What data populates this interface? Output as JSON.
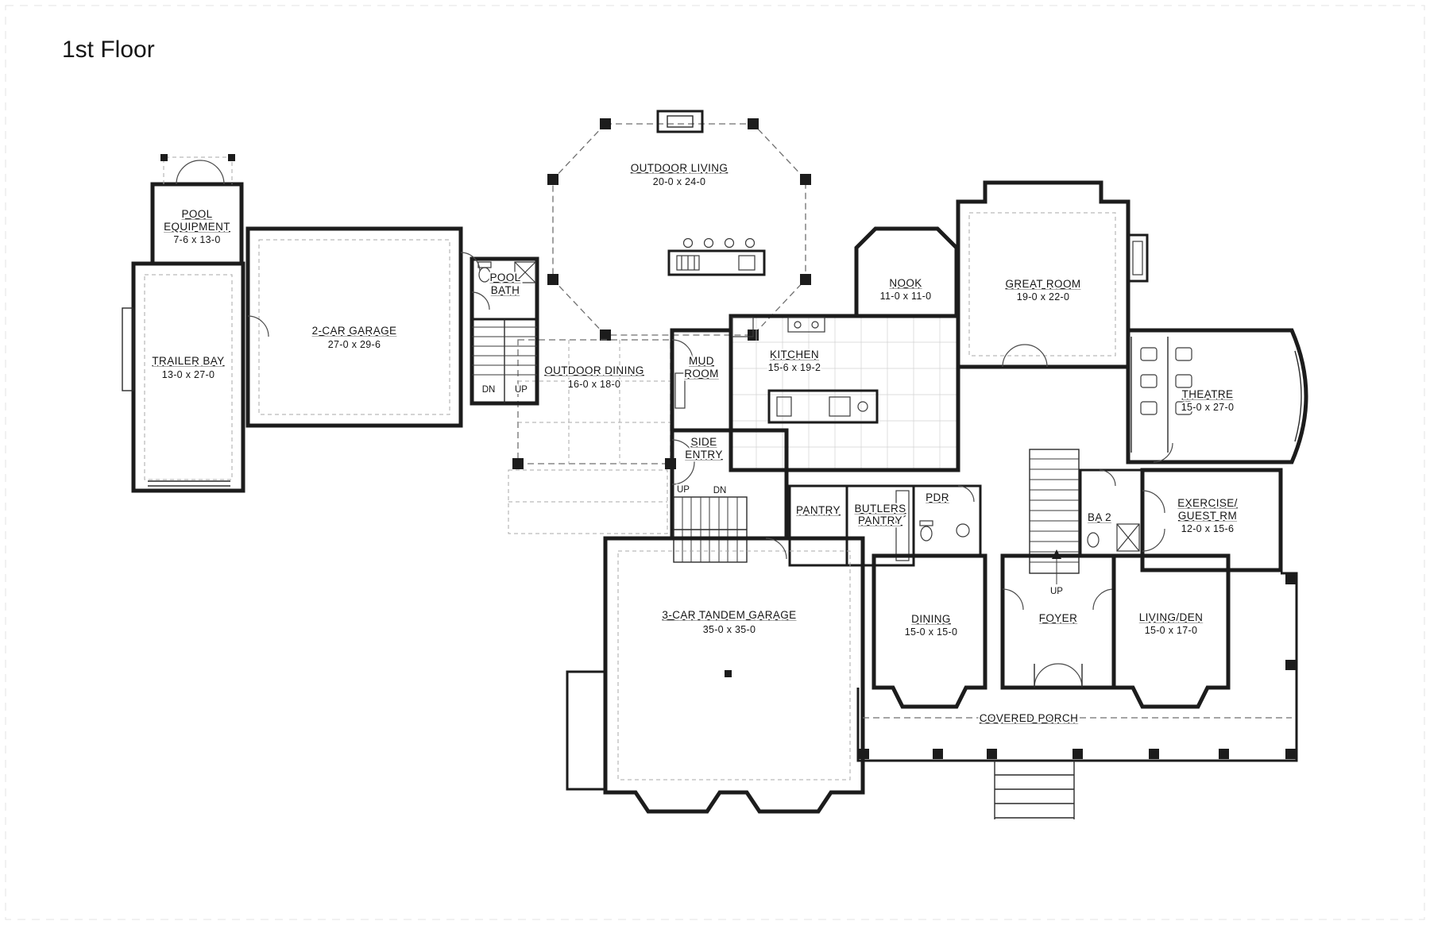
{
  "page": {
    "title": "1st Floor"
  },
  "plan": {
    "rooms": {
      "pool_equipment": {
        "name1": "POOL",
        "name2": "EQUIPMENT",
        "dims": "7-6 x 13-0"
      },
      "trailer_bay": {
        "name1": "TRAILER BAY",
        "dims": "13-0 x 27-0"
      },
      "garage_2car": {
        "name1": "2-CAR GARAGE",
        "dims": "27-0 x 29-6"
      },
      "pool_bath": {
        "name1": "POOL",
        "name2": "BATH"
      },
      "outdoor_living": {
        "name1": "OUTDOOR LIVING",
        "dims": "20-0 x 24-0"
      },
      "outdoor_dining": {
        "name1": "OUTDOOR DINING",
        "dims": "16-0 x 18-0"
      },
      "mud_room": {
        "name1": "MUD",
        "name2": "ROOM"
      },
      "kitchen": {
        "name1": "KITCHEN",
        "dims": "15-6 x 19-2"
      },
      "nook": {
        "name1": "NOOK",
        "dims": "11-0 x 11-0"
      },
      "great_room": {
        "name1": "GREAT ROOM",
        "dims": "19-0 x 22-0"
      },
      "theatre": {
        "name1": "THEATRE",
        "dims": "15-0 x 27-0"
      },
      "side_entry": {
        "name1": "SIDE",
        "name2": "ENTRY"
      },
      "pantry": {
        "name1": "PANTRY"
      },
      "butlers_pantry": {
        "name1": "BUTLERS",
        "name2": "PANTRY"
      },
      "pdr": {
        "name1": "PDR"
      },
      "ba2": {
        "name1": "BA 2"
      },
      "exercise_guest": {
        "name1": "EXERCISE/",
        "name2": "GUEST RM",
        "dims": "12-0 x 15-6"
      },
      "tandem_garage": {
        "name1": "3-CAR TANDEM GARAGE",
        "dims": "35-0 x 35-0"
      },
      "dining": {
        "name1": "DINING",
        "dims": "15-0 x 15-0"
      },
      "foyer": {
        "name1": "FOYER"
      },
      "living_den": {
        "name1": "LIVING/DEN",
        "dims": "15-0 x 17-0"
      },
      "covered_porch": {
        "name1": "COVERED PORCH"
      }
    },
    "stairs": {
      "pool_stair_dn": "DN",
      "pool_stair_up": "UP",
      "side_stair_up": "UP",
      "side_stair_dn": "DN",
      "foyer_stair_up": "UP"
    },
    "colors": {
      "wall": "#1c1c1c",
      "dash": "#6f6f6f",
      "label": "#161616",
      "background": "#ffffff"
    }
  }
}
